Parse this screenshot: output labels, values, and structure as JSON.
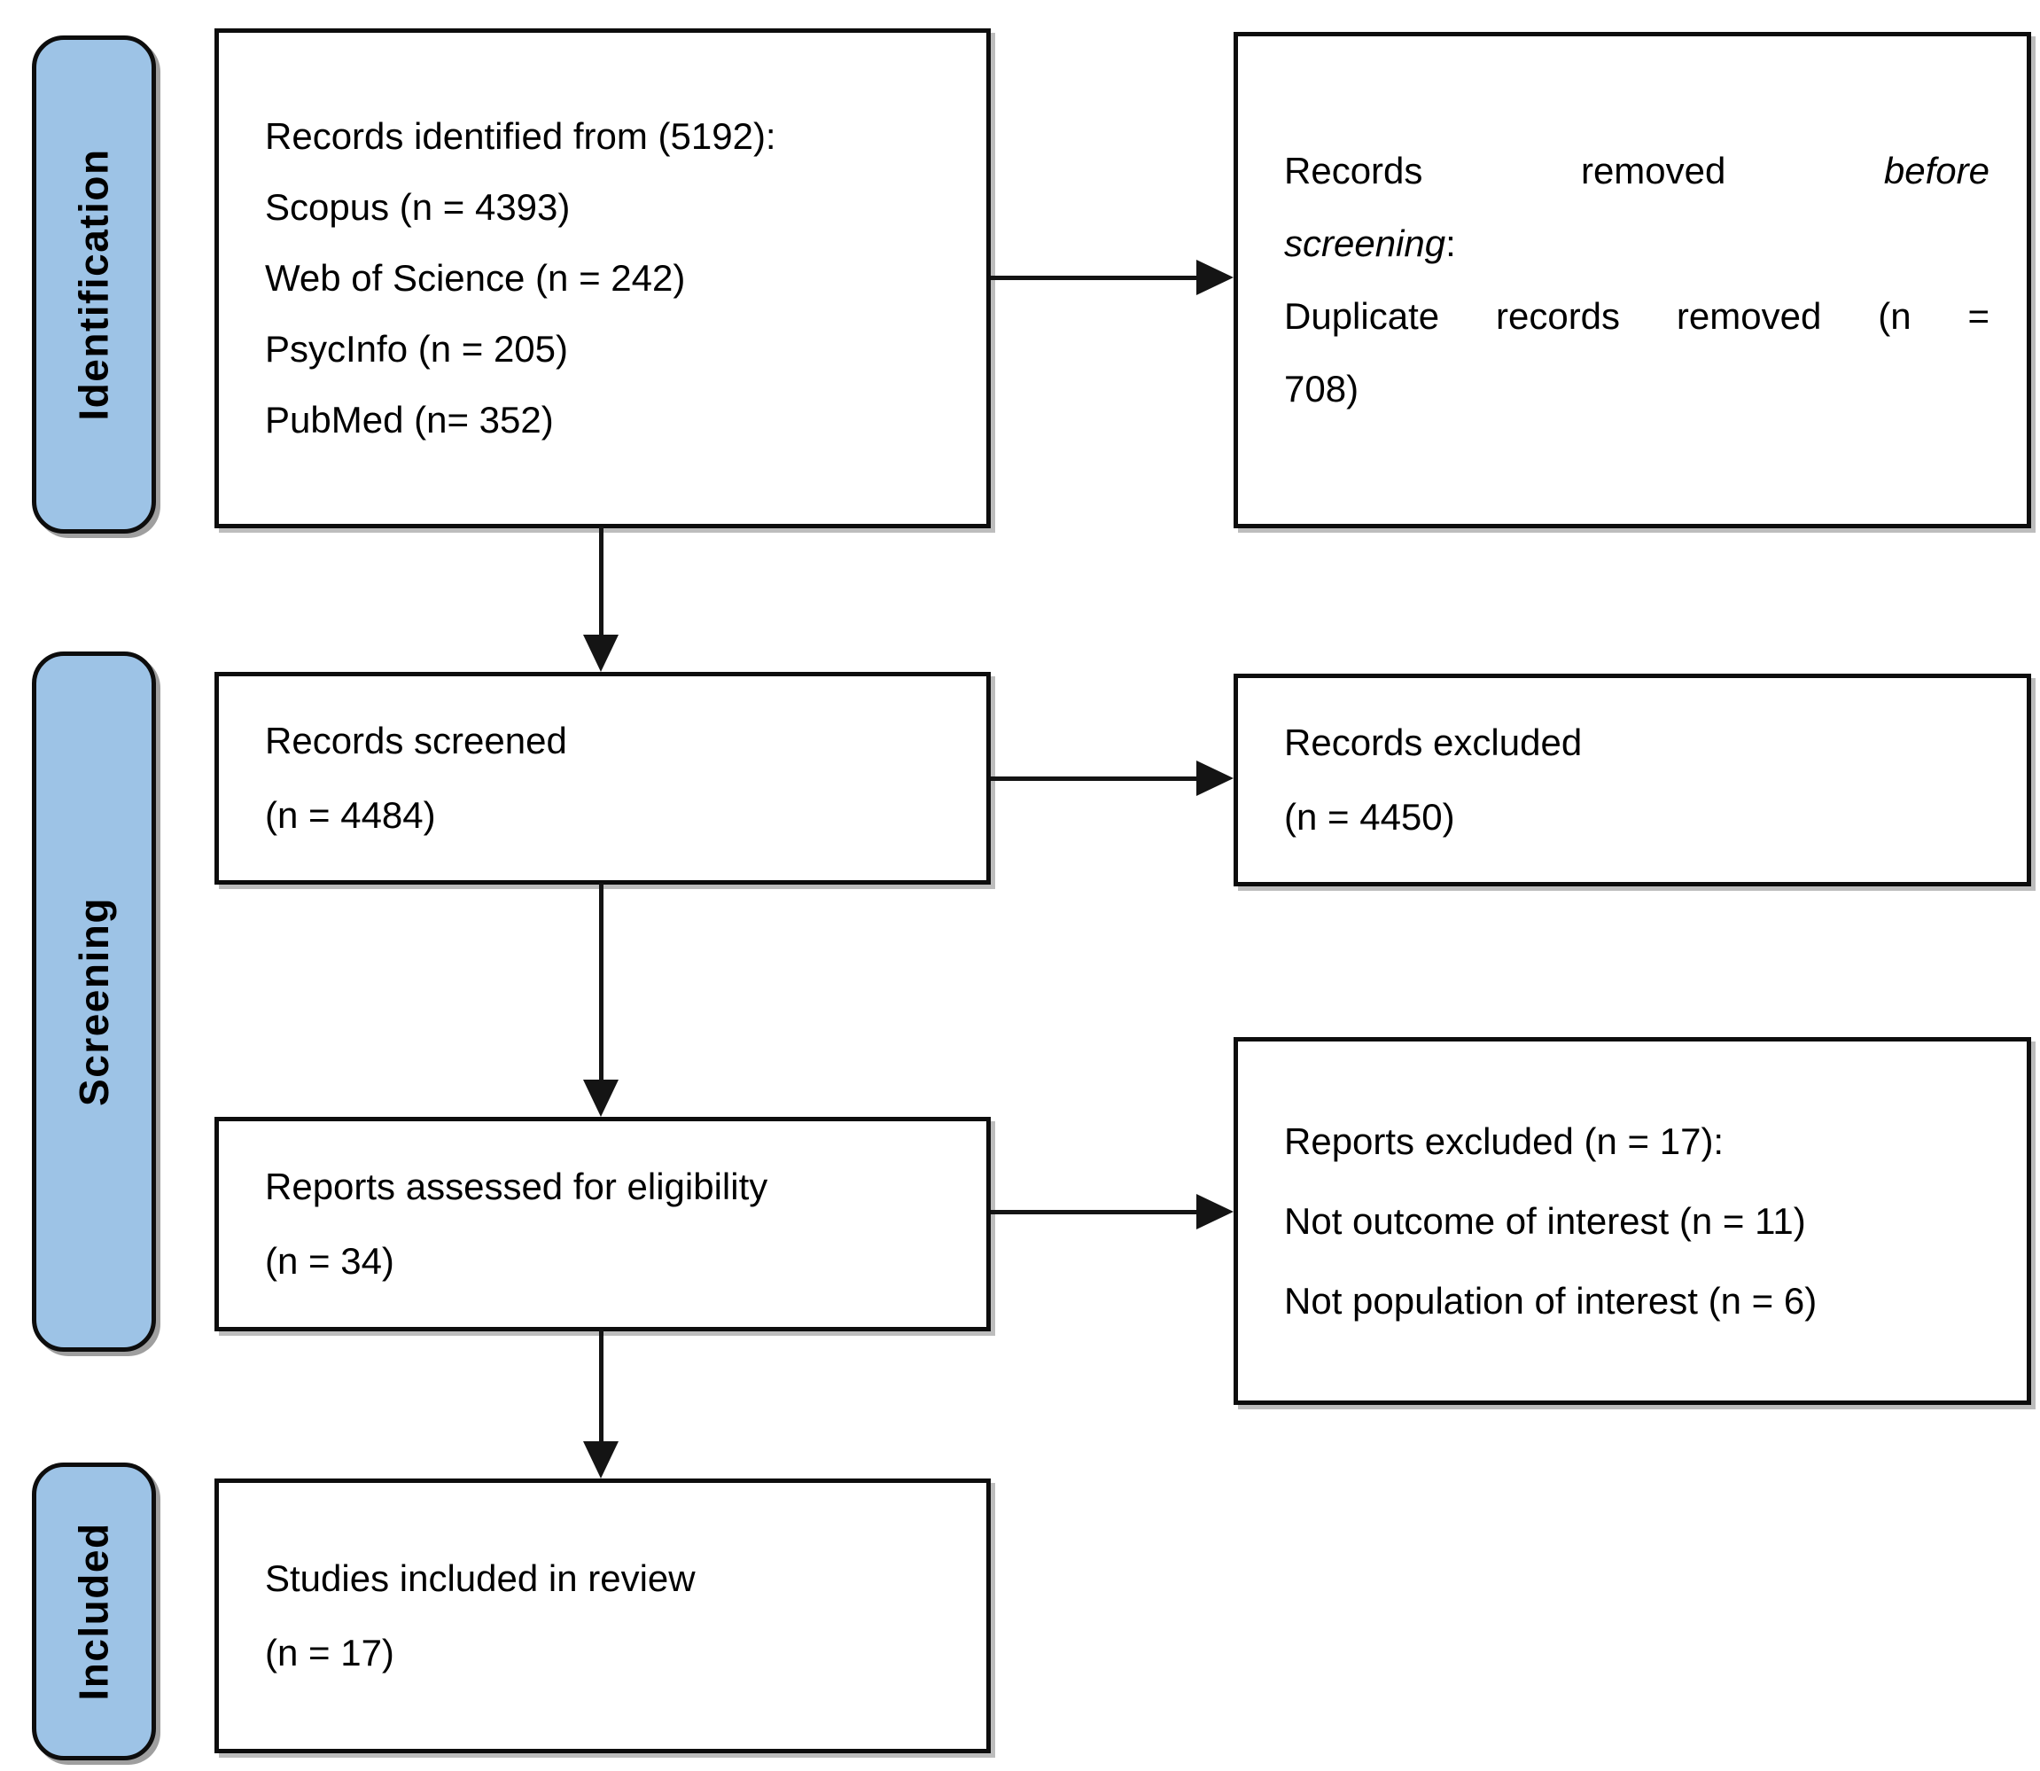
{
  "palette": {
    "stage_fill": "#9DC3E6",
    "box_fill": "#FFFFFF",
    "line_color": "#141414",
    "border_color": "#0d0d0d"
  },
  "stages": {
    "identification": "Identification",
    "screening": "Screening",
    "included": "Included"
  },
  "flow": {
    "identified": {
      "l1": "Records identified from (5192):",
      "l2": "Scopus (n = 4393)",
      "l3": "Web of Science (n = 242)",
      "l4": "PsycInfo (n = 205)",
      "l5": "PubMed (n= 352)"
    },
    "removed": {
      "l1w1": "Records",
      "l1w2": "removed",
      "l1w3_italic": "before",
      "l2_italic": "screening",
      "l2_suffix": ":",
      "l3w1": "Duplicate",
      "l3w2": "records",
      "l3w3": "removed",
      "l3w4": "(n",
      "l3w5": "=",
      "l4": "708)"
    },
    "screened": {
      "l1": "Records screened",
      "l2": "(n = 4484)"
    },
    "records_excluded": {
      "l1": "Records excluded",
      "l2": "(n = 4450)"
    },
    "assessed": {
      "l1": "Reports assessed for eligibility",
      "l2": "(n = 34)"
    },
    "reports_excluded": {
      "l1": "Reports excluded (n = 17):",
      "l2": "Not outcome of interest (n = 11)",
      "l3": "Not population of interest (n = 6)"
    },
    "included_studies": {
      "l1": "Studies included in review",
      "l2": "(n = 17)"
    }
  }
}
